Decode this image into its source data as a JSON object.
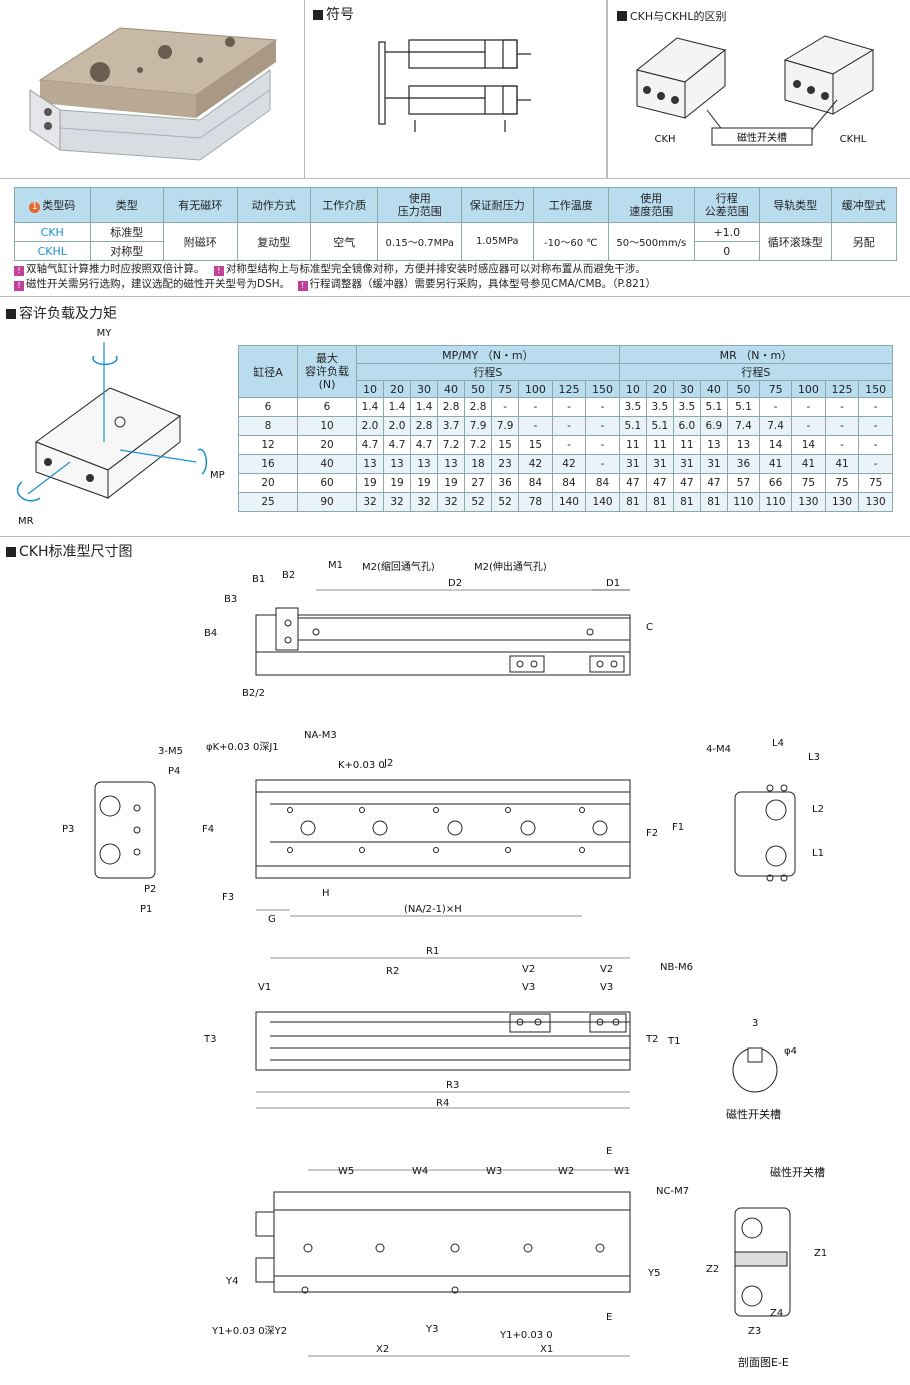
{
  "header": {
    "symbol_title": "符号",
    "diff_title": "CKH与CKHL的区别",
    "diff_labels": {
      "left": "CKH",
      "right": "CKHL",
      "mid": "磁性开关槽"
    }
  },
  "spec_table": {
    "headers": [
      "类型码",
      "类型",
      "有无磁环",
      "动作方式",
      "工作介质",
      "使用\n压力范围",
      "保证耐压力",
      "工作温度",
      "使用\n速度范围",
      "行程\n公差范围",
      "导轨类型",
      "缓冲型式"
    ],
    "header_num": "1",
    "rows": [
      {
        "code": "CKH",
        "type": "标准型"
      },
      {
        "code": "CKHL",
        "type": "对称型"
      }
    ],
    "shared": {
      "magnet": "附磁环",
      "action": "复动型",
      "medium": "空气",
      "pressure": "0.15～0.7MPa",
      "proof": "1.05MPa",
      "temp": "-10～60 ℃",
      "speed": "50～500mm/s",
      "tolerance_top": "+1.0",
      "tolerance_bottom": "0",
      "guide": "循环滚珠型",
      "cushion": "另配"
    }
  },
  "notes": [
    {
      "mark": "!",
      "text": "双轴气缸计算推力时应按照双倍计算。"
    },
    {
      "mark": "!",
      "text": "对称型结构上与标准型完全镜像对称，方便并排安装时感应器可以对称布置从而避免干涉。"
    },
    {
      "mark": "!",
      "text": "磁性开关需另行选购，建议选配的磁性开关型号为DSH。"
    },
    {
      "mark": "!",
      "text": "行程调整器（缓冲器）需要另行采购，具体型号参见CMA/CMB。（P.821）"
    }
  ],
  "load_section": {
    "title": "容许负载及力矩",
    "labels": {
      "my": "MY",
      "mp": "MP",
      "mr": "MR"
    },
    "col_bore": "缸径A",
    "col_max": "最大\n容许负载\n(N)",
    "mp_my_header": "MP/MY （N・m）",
    "mr_header": "MR （N・m）",
    "stroke_label": "行程S",
    "strokes": [
      "10",
      "20",
      "30",
      "40",
      "50",
      "75",
      "100",
      "125",
      "150"
    ],
    "rows": [
      {
        "bore": "6",
        "max": "6",
        "mp": [
          "1.4",
          "1.4",
          "1.4",
          "2.8",
          "2.8",
          "-",
          "-",
          "-",
          "-"
        ],
        "mr": [
          "3.5",
          "3.5",
          "3.5",
          "5.1",
          "5.1",
          "-",
          "-",
          "-",
          "-"
        ]
      },
      {
        "bore": "8",
        "max": "10",
        "mp": [
          "2.0",
          "2.0",
          "2.8",
          "3.7",
          "7.9",
          "7.9",
          "-",
          "-",
          "-"
        ],
        "mr": [
          "5.1",
          "5.1",
          "6.0",
          "6.9",
          "7.4",
          "7.4",
          "-",
          "-",
          "-"
        ]
      },
      {
        "bore": "12",
        "max": "20",
        "mp": [
          "4.7",
          "4.7",
          "4.7",
          "7.2",
          "7.2",
          "15",
          "15",
          "-",
          "-"
        ],
        "mr": [
          "11",
          "11",
          "11",
          "13",
          "13",
          "14",
          "14",
          "-",
          "-"
        ]
      },
      {
        "bore": "16",
        "max": "40",
        "mp": [
          "13",
          "13",
          "13",
          "13",
          "18",
          "23",
          "42",
          "42",
          "-"
        ],
        "mr": [
          "31",
          "31",
          "31",
          "31",
          "36",
          "41",
          "41",
          "41",
          "-"
        ]
      },
      {
        "bore": "20",
        "max": "60",
        "mp": [
          "19",
          "19",
          "19",
          "19",
          "27",
          "36",
          "84",
          "84",
          "84"
        ],
        "mr": [
          "47",
          "47",
          "47",
          "47",
          "57",
          "66",
          "75",
          "75",
          "75"
        ]
      },
      {
        "bore": "25",
        "max": "90",
        "mp": [
          "32",
          "32",
          "32",
          "32",
          "52",
          "52",
          "78",
          "140",
          "140"
        ],
        "mr": [
          "81",
          "81",
          "81",
          "81",
          "110",
          "110",
          "130",
          "130",
          "130"
        ]
      }
    ]
  },
  "drawing": {
    "title": "CKH标准型尺寸图",
    "top": {
      "b1": "B1",
      "b2": "B2",
      "b3": "B3",
      "b4": "B4",
      "m1": "M1",
      "m2a": "M2(缩回通气孔)",
      "m2b": "M2(伸出通气孔)",
      "d1": "D1",
      "d2": "D2",
      "c": "C",
      "b2half": "B2/2"
    },
    "mid": {
      "k_j": "φK+0.03 0深J1",
      "na": "NA-M3",
      "k": "K+0.03 0",
      "j2": "J2",
      "m5": "3-M5",
      "p4": "P4",
      "p3": "P3",
      "p2": "P2",
      "p1": "P1",
      "f4": "F4",
      "f3": "F3",
      "f2": "F2",
      "f1": "F1",
      "g": "G",
      "h": "H",
      "nah": "(NA/2-1)×H",
      "m4": "4-M4",
      "l4": "L4",
      "l3": "L3",
      "l2": "L2",
      "l1": "L1"
    },
    "side": {
      "r1": "R1",
      "r2": "R2",
      "r3": "R3",
      "r4": "R4",
      "v1": "V1",
      "v2": "V2",
      "v3": "V3",
      "nb": "NB-M6",
      "t1": "T1",
      "t2": "T2",
      "t3": "T3",
      "slot_title": "磁性开关槽",
      "slot_w": "3",
      "slot_d": "φ4"
    },
    "bottom": {
      "e": "E",
      "w1": "W1",
      "w2": "W2",
      "w3": "W3",
      "w4": "W4",
      "w5": "W5",
      "nc": "NC-M7",
      "y1y2": "Y1+0.03 0深Y2",
      "y3": "Y3",
      "y1": "Y1+0.03 0",
      "y4": "Y4",
      "y5": "Y5",
      "x1": "X1",
      "x2": "X2",
      "sec_title": "磁性开关槽",
      "z1": "Z1",
      "z2": "Z2",
      "z3": "Z3",
      "z4": "Z4",
      "sec_caption": "剖面图E-E"
    }
  },
  "colors": {
    "header_blue": "#b9dcee",
    "accent_orange": "#e86a2a",
    "mark_magenta": "#c2419a",
    "accent_cyan": "#1a8fd0"
  }
}
